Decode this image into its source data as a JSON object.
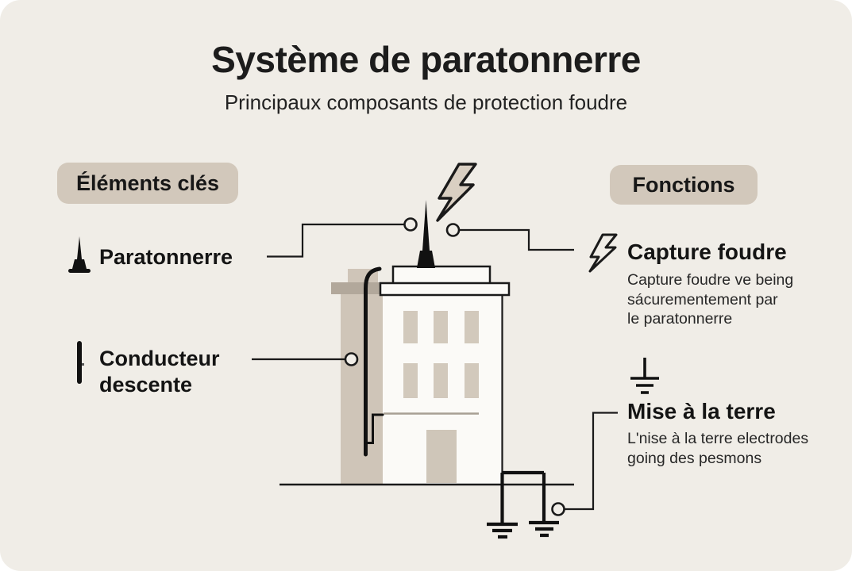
{
  "header": {
    "title": "Système de paratonnerre",
    "subtitle": "Principaux composants de protection foudre"
  },
  "left_section": {
    "badge": "Éléments clés",
    "items": [
      {
        "icon": "lightning-rod-icon",
        "label": "Paratonnerre"
      },
      {
        "icon": "down-conductor-icon",
        "label": "Conducteur descente",
        "label_lines": [
          "Conducteur",
          "descente"
        ]
      }
    ]
  },
  "right_section": {
    "badge": "Fonctions",
    "items": [
      {
        "icon": "lightning-bolt-icon",
        "title": "Capture foudre",
        "desc": "Capture foudre ve being sácurementement par le paratonnerre",
        "desc_lines": [
          "Capture foudre ve being",
          "sácurementement par",
          "le paratonnerre"
        ]
      },
      {
        "icon": "ground-icon",
        "title": "Mise à la terre",
        "desc": "L'nise à la terre electrodes going des pesmons",
        "desc_lines": [
          "L'nise à la terre electrodes",
          "going des pesmons"
        ]
      }
    ]
  },
  "illustration": {
    "subject": "building-with-lightning-rod-and-earth-electrodes"
  },
  "colors": {
    "card_background": "#f0ede7",
    "badge_background": "#d2c8bb",
    "tan_column": "#cfc5b8",
    "tan_slab": "#b2a89b",
    "window_fill": "#d2c9bc",
    "bolt_fill": "#d9cfc2",
    "ink": "#1a1a1a",
    "divider_gray": "#a8a094"
  }
}
